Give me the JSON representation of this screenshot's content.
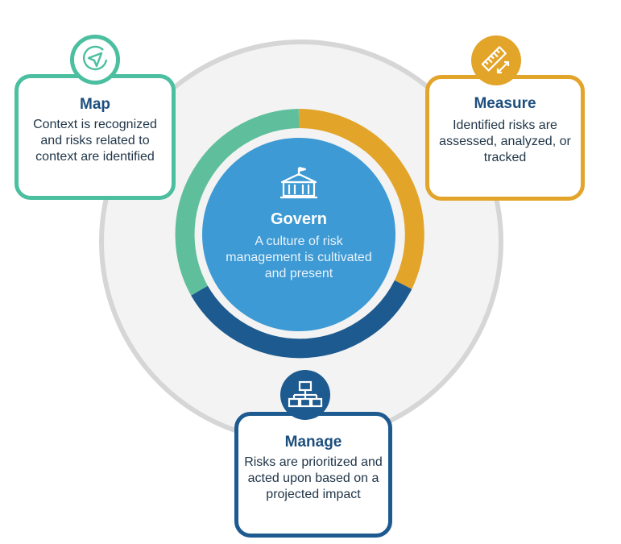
{
  "colors": {
    "map": "#4bbf9f",
    "measure": "#e3a42a",
    "manage": "#1d5a8f",
    "govern_core": "#3d9ad4",
    "title_text": "#1d4f7e",
    "outer_ring": "#d6d6d6",
    "outer_fill": "#f3f3f3"
  },
  "govern": {
    "title": "Govern",
    "description": "A culture of risk management is cultivated and present",
    "icon": "building-icon"
  },
  "map": {
    "title": "Map",
    "description": "Context is recognized and risks related to context are identified",
    "icon": "navigation-arrow-icon"
  },
  "measure": {
    "title": "Measure",
    "description": "Identified risks are assessed, analyzed, or tracked",
    "icon": "ruler-icon"
  },
  "manage": {
    "title": "Manage",
    "description": "Risks are prioritized and acted upon based on a projected impact",
    "icon": "hierarchy-icon"
  }
}
